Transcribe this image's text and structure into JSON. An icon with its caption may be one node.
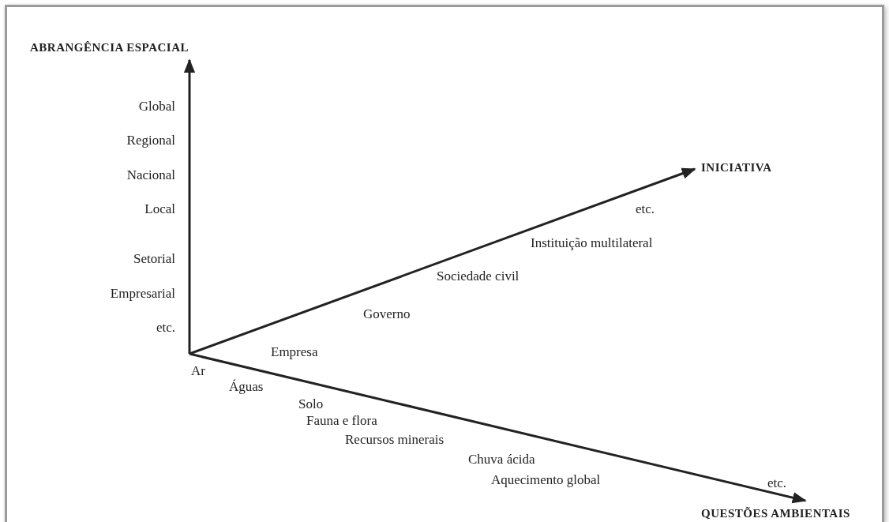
{
  "diagram": {
    "labels": [
      "ABRANGÊNCIA ESPACIAL",
      "Global",
      "Regional",
      "Nacional",
      "Local",
      "Setorial",
      "Empresarial",
      "etc.",
      "INICIATIVA",
      "etc.",
      "Instituição multilateral",
      "Sociedade civil",
      "Governo",
      "Empresa",
      "Ar",
      "Águas",
      "Solo",
      "Fauna e flora",
      "Recursos minerais",
      "Chuva ácida",
      "Aquecimento global",
      "etc.",
      "QUESTÕES AMBIENTAIS"
    ]
  }
}
